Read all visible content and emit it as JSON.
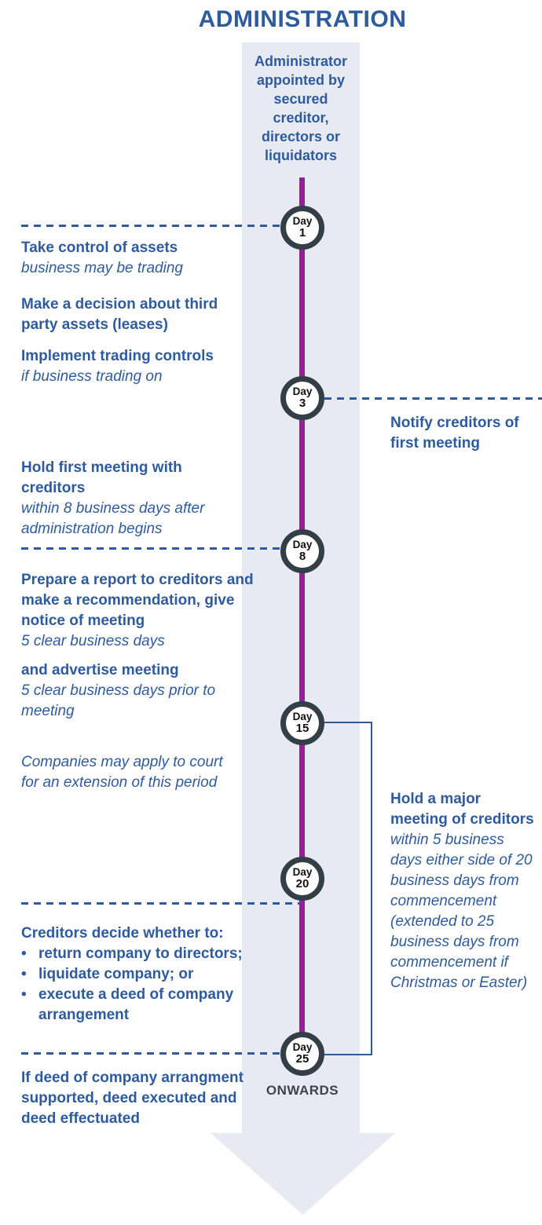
{
  "title": "ADMINISTRATION",
  "colors": {
    "text_blue": "#2e5b9e",
    "timeline_purple": "#971d9d",
    "node_border": "#333e47",
    "band_background": "#e7eaf3",
    "onwards_gray": "#3b454e"
  },
  "timeline": {
    "header": "Administrator appointed by secured creditor, directors or liquidators",
    "onwards_label": "ONWARDS",
    "nodes": [
      {
        "label": "Day",
        "num": "1"
      },
      {
        "label": "Day",
        "num": "3"
      },
      {
        "label": "Day",
        "num": "8"
      },
      {
        "label": "Day",
        "num": "15"
      },
      {
        "label": "Day",
        "num": "20"
      },
      {
        "label": "Day",
        "num": "25"
      }
    ]
  },
  "left": {
    "b1_title": "Take control of assets",
    "b1_sub": "business may be trading",
    "b2_title": "Make a decision about third party assets (leases)",
    "b3_title": "Implement trading controls",
    "b3_sub": "if business trading on",
    "b4_title": "Hold first meeting with creditors",
    "b4_sub": "within 8 business days after administration begins",
    "b5_title": "Prepare a report to creditors and make a recommendation, give notice of meeting",
    "b5_sub": "5 clear business days",
    "b6_title": "and advertise meeting",
    "b6_sub": "5 clear business days prior to meeting",
    "b7_sub": "Companies may apply to court for an extension of this period",
    "b8_title": "Creditors decide whether to:",
    "b8_bullet_char": "•",
    "b8_bullets": [
      "return company to directors;",
      "liquidate company; or",
      "execute a deed of company arrangement"
    ],
    "b9_title": "If deed of company arrangment supported, deed executed and deed effectuated"
  },
  "right": {
    "r1_title": "Notify creditors of first meeting",
    "r2_title": "Hold a major meeting of creditors",
    "r2_sub": "within 5 business days either side of 20 business days from commencement (extended to 25 business days from commencement if Christmas or Easter)"
  }
}
